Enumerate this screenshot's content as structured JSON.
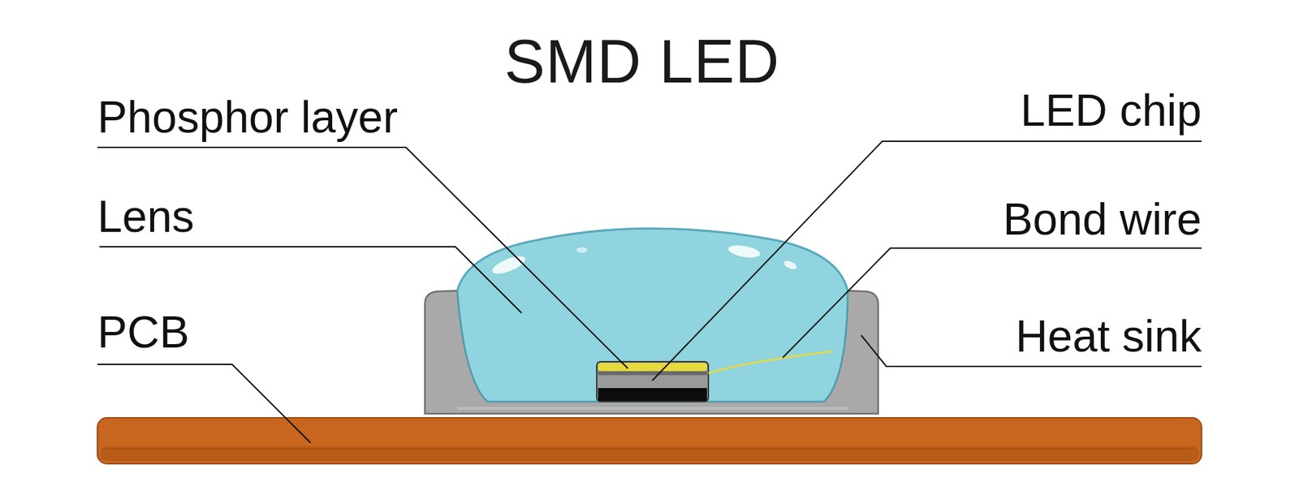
{
  "diagram": {
    "title": "SMD LED",
    "labels": [
      "Phosphor layer",
      "LED chip",
      "Lens",
      "Bond wire",
      "PCB",
      "Heat sink"
    ]
  }
}
